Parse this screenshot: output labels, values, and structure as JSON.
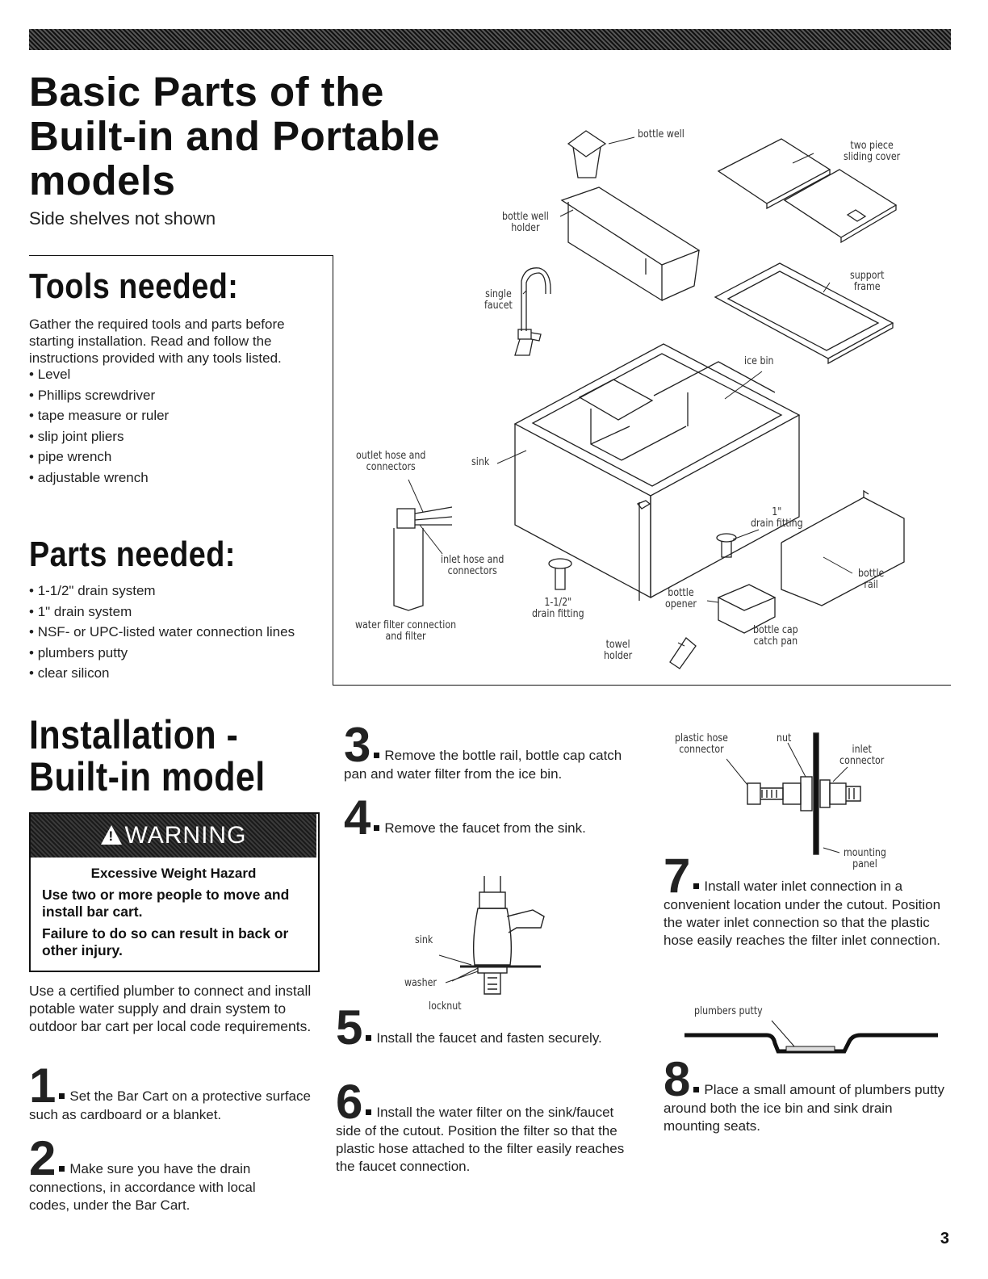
{
  "title": {
    "line1": "Basic Parts of the",
    "line2": "Built-in and Portable",
    "line3": "models"
  },
  "subtitle": "Side shelves not shown",
  "tools": {
    "heading": "Tools needed:",
    "intro": "Gather the required tools and parts before starting installation. Read and follow the instructions provided with any tools listed.",
    "items": [
      "Level",
      "Phillips screwdriver",
      "tape measure or ruler",
      "slip joint pliers",
      "pipe wrench",
      "adjustable wrench"
    ]
  },
  "parts": {
    "heading": "Parts needed:",
    "items": [
      "1-1/2\" drain system",
      "1\" drain system",
      "NSF- or UPC-listed water connection lines",
      "plumbers putty",
      "clear silicon"
    ]
  },
  "diagram_labels": {
    "bottle_well": "bottle well",
    "two_piece_1": "two piece",
    "two_piece_2": "sliding cover",
    "bottle_well_holder_1": "bottle well",
    "bottle_well_holder_2": "holder",
    "support_frame_1": "support",
    "support_frame_2": "frame",
    "single_faucet_1": "single",
    "single_faucet_2": "faucet",
    "ice_bin": "ice bin",
    "outlet_hose_1": "outlet hose and",
    "outlet_hose_2": "connectors",
    "sink": "sink",
    "drain_1in_1": "1\"",
    "drain_1in_2": "drain fitting",
    "inlet_hose_1": "inlet hose and",
    "inlet_hose_2": "connectors",
    "bottle_rail_1": "bottle",
    "bottle_rail_2": "rail",
    "bottle_opener_1": "bottle",
    "bottle_opener_2": "opener",
    "drain_15_1": "1-1/2\"",
    "drain_15_2": "drain fitting",
    "water_filter_1": "water filter connection",
    "water_filter_2": "and filter",
    "bottle_cap_1": "bottle cap",
    "bottle_cap_2": "catch pan",
    "towel_1": "towel",
    "towel_2": "holder"
  },
  "install": {
    "heading1": "Installation -",
    "heading2": "Built-in model"
  },
  "warning": {
    "header": "WARNING",
    "title": "Excessive Weight Hazard",
    "line1": "Use two or more people to move and install bar cart.",
    "line2": "Failure to do so can result in back or other injury."
  },
  "plumber_note": "Use a certified plumber to connect and install potable water supply and drain system to outdoor bar cart per local code requirements.",
  "steps": {
    "s1": {
      "num": "1",
      "text": "Set the Bar Cart on a protective surface such as cardboard or a blanket."
    },
    "s2": {
      "num": "2",
      "text": "Make sure you have the drain connections, in accordance with local codes, under the Bar Cart."
    },
    "s3": {
      "num": "3",
      "text": "Remove the bottle rail, bottle cap catch pan and water filter from the ice bin."
    },
    "s4": {
      "num": "4",
      "text": "Remove the faucet from the sink."
    },
    "s5": {
      "num": "5",
      "text": "Install the faucet and fasten securely."
    },
    "s6": {
      "num": "6",
      "text": "Install the water filter on the sink/faucet side of the cutout. Position the filter so that the plastic hose attached to the filter easily reaches the faucet connection."
    },
    "s7": {
      "num": "7",
      "text": "Install water inlet connection in a convenient location under the cutout. Position the water inlet connection so that the plastic hose easily reaches the filter inlet connection."
    },
    "s8": {
      "num": "8",
      "text": "Place a small amount of plumbers putty around both the ice bin and sink drain mounting seats."
    }
  },
  "faucet_labels": {
    "sink": "sink",
    "washer": "washer",
    "locknut": "locknut"
  },
  "inlet_labels": {
    "plastic_1": "plastic hose",
    "plastic_2": "connector",
    "nut": "nut",
    "inlet_1": "inlet",
    "inlet_2": "connector",
    "mount_1": "mounting",
    "mount_2": "panel"
  },
  "putty_label": "plumbers putty",
  "page_number": "3"
}
